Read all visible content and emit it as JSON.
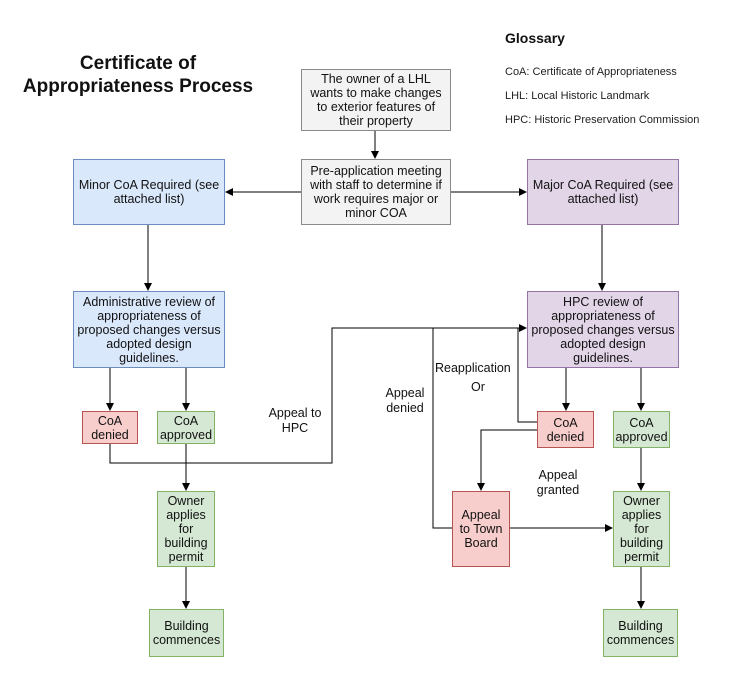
{
  "title": "Certificate of Appropriateness Process",
  "glossary": {
    "heading": "Glossary",
    "items": [
      "CoA: Certificate of Appropriateness",
      "LHL: Local Historic Landmark",
      "HPC: Historic Preservation Commission"
    ]
  },
  "nodes": {
    "owner_change": "The owner of a LHL wants to make changes to exterior features of their property",
    "pre_application": "Pre-application meeting with staff to determine if work requires major or minor COA",
    "minor_coa": "Minor CoA Required (see attached list)",
    "major_coa": "Major CoA Required (see attached list)",
    "admin_review": "Administrative review of appropriateness of proposed changes versus adopted design guidelines.",
    "hpc_review": "HPC review of appropriateness of proposed changes versus adopted design guidelines.",
    "coa_denied_left": "CoA denied",
    "coa_approved_left": "CoA approved",
    "coa_denied_right": "CoA denied",
    "coa_approved_right": "CoA approved",
    "appeal_town_board": "Appeal to Town Board",
    "permit_left": "Owner applies for building permit",
    "permit_right": "Owner applies for building permit",
    "commence_left": "Building commences",
    "commence_right": "Building commences"
  },
  "edge_labels": {
    "appeal_to_hpc": "Appeal to HPC",
    "appeal_denied": "Appeal denied",
    "reapplication": "Reapplication",
    "or": "Or",
    "appeal_granted": "Appeal granted"
  }
}
